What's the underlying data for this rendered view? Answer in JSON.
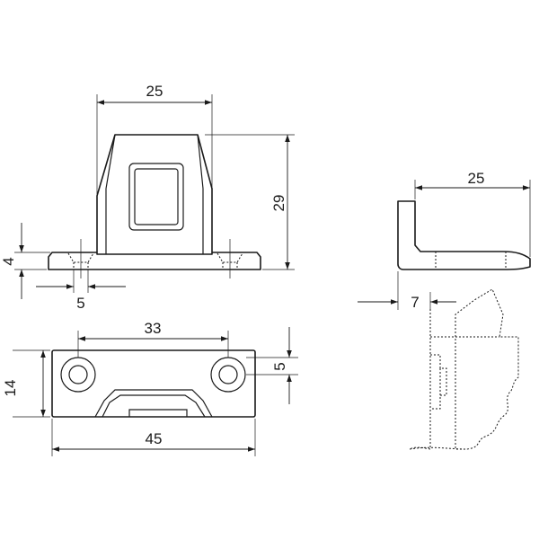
{
  "dimensions": {
    "front_top_width": "25",
    "front_height": "29",
    "front_base_height": "4",
    "front_hole_width": "5",
    "plan_hole_spacing": "33",
    "plan_total_width": "45",
    "plan_depth": "14",
    "plan_hole_offset": "5",
    "side_length": "25",
    "install_gap": "7"
  }
}
